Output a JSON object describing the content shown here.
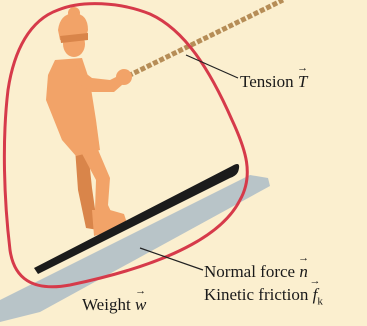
{
  "colors": {
    "background": "#fbefcf",
    "outline": "#d63a4a",
    "slope": "#b8c4c8",
    "skier": "#f2a368",
    "skier_shadow": "#d9854a",
    "rope": "#b68d57",
    "ski": "#1b1b1b"
  },
  "labels": {
    "tension": {
      "text": "Tension ",
      "symbol": "T",
      "arrow": "→"
    },
    "normal": {
      "text": "Normal force ",
      "symbol": "n",
      "arrow": "→"
    },
    "friction": {
      "text": "Kinetic friction ",
      "symbol": "f",
      "arrow": "→",
      "subscript": "k"
    },
    "weight": {
      "text": "Weight ",
      "symbol": "w",
      "arrow": "→"
    }
  }
}
